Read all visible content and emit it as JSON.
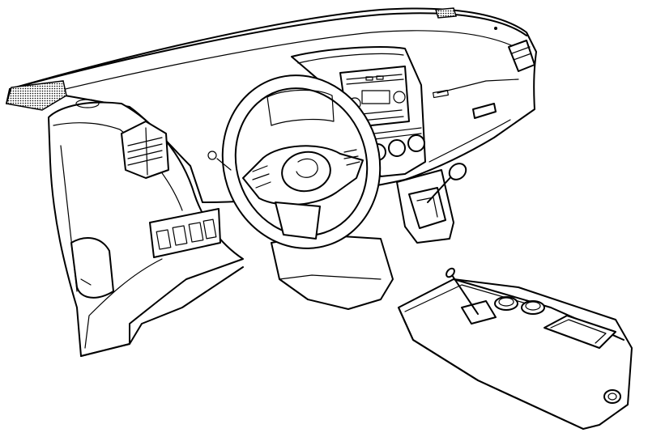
{
  "figure": {
    "style": "black line art on white background",
    "colors": {
      "line": "#000000",
      "background": "#ffffff"
    },
    "parts": [
      "dashboard-panel",
      "steering-wheel",
      "airbag-hub",
      "center-stack",
      "air-vents",
      "switch-panel",
      "gear-shifter",
      "center-console",
      "cup-holders",
      "glove-box",
      "speaker-grilles"
    ]
  }
}
